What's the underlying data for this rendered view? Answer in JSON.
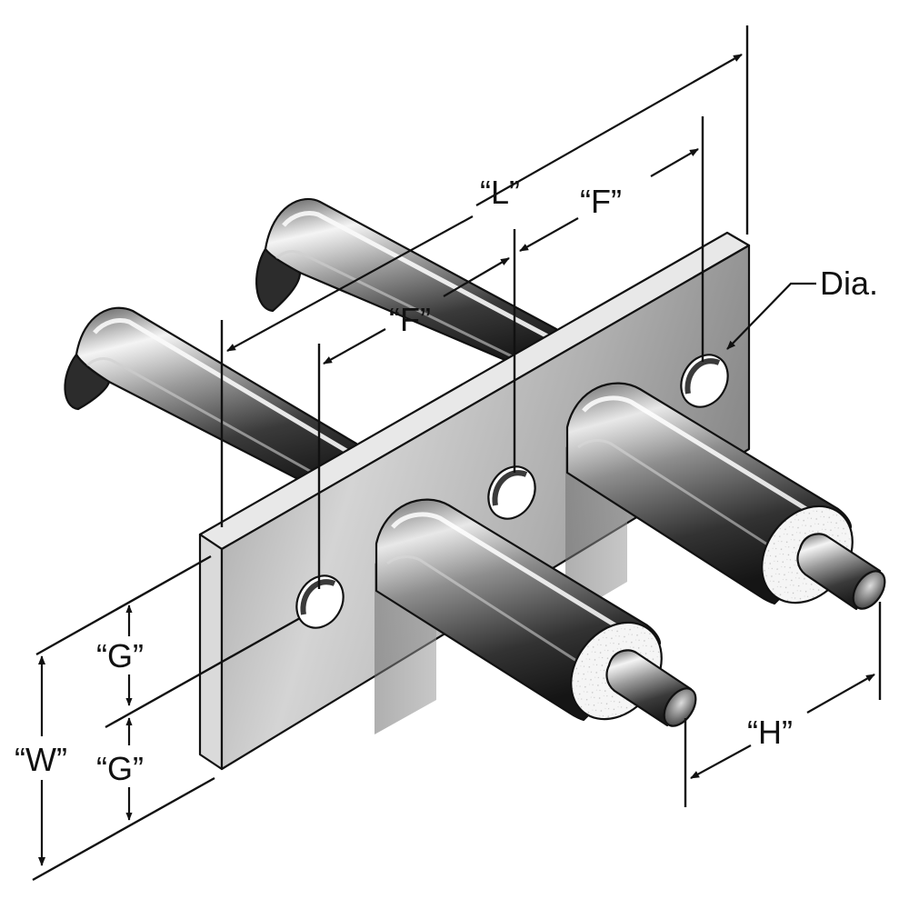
{
  "labels": {
    "length": "“L”",
    "spacing_upper": "“F”",
    "spacing_lower": "“F”",
    "diameter": "Dia.",
    "offset_upper": "“G”",
    "offset_lower": "“G”",
    "width": "“W”",
    "overhang": "“H”"
  },
  "colors": {
    "ink": "#111111",
    "steel_light": "#f2f2f2",
    "steel_mid": "#9a9a9a",
    "steel_dark": "#3c3c3c",
    "plate_face": "#b9b9b9",
    "plate_top": "#e6e6e6",
    "insulation": "#f4f4f4"
  }
}
